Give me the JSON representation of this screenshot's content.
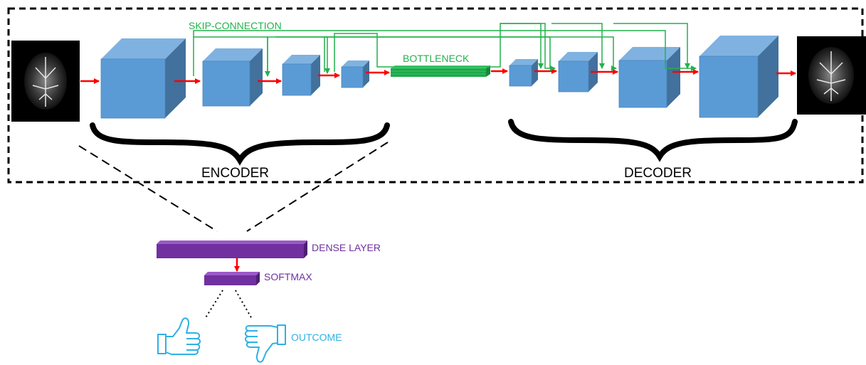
{
  "labels": {
    "skip_connection": "SKIP-CONNECTION",
    "bottleneck": "BOTTLENECK",
    "encoder": "ENCODER",
    "decoder": "DECODER",
    "dense_layer": "DENSE LAYER",
    "softmax": "SOFTMAX",
    "outcome": "OUTCOME"
  },
  "colors": {
    "cube_front": "#5b9bd5",
    "cube_top": "#7fb2e0",
    "cube_side": "#41719c",
    "arrow": "#ff0000",
    "skip": "#22b14c",
    "bottleneck": "#1fa84a",
    "dense": "#7030a0",
    "outcome_icon": "#2eb1e6",
    "frame": "#000000"
  },
  "icons": {
    "input_image": "brain-scan-image",
    "output_image": "brain-scan-image",
    "positive": "thumbs-up-icon",
    "negative": "thumbs-down-icon"
  }
}
